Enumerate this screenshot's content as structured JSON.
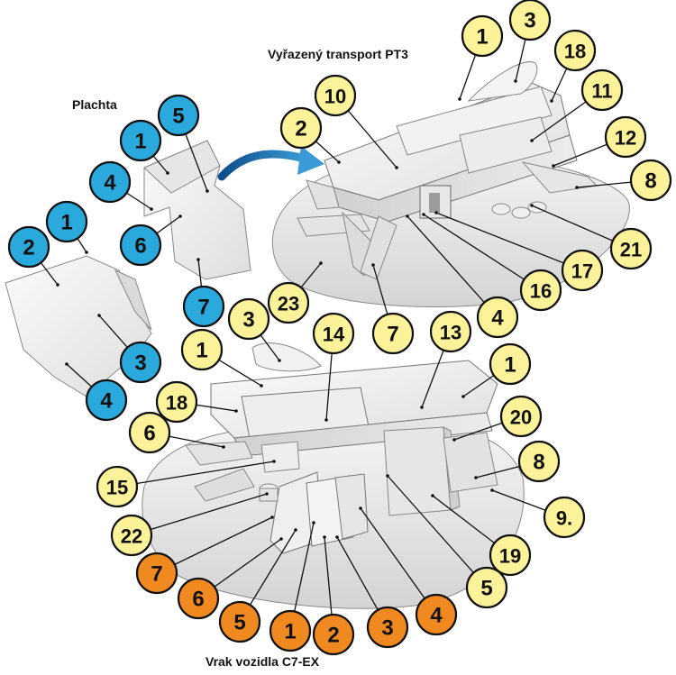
{
  "titles": {
    "transport": "Vyřazený transport PT3",
    "plachta": "Plachta",
    "wreck": "Vrak vozidla C7-EX"
  },
  "colors": {
    "blue": "#2aa9dd",
    "yellow": "#fbf29a",
    "orange": "#f08a20",
    "outline": "#111111",
    "arrow": "#2b79b8"
  },
  "callouts": [
    {
      "label": "1",
      "color": "yellow"
    },
    {
      "label": "3",
      "color": "yellow"
    },
    {
      "label": "18",
      "color": "yellow"
    },
    {
      "label": "10",
      "color": "yellow"
    },
    {
      "label": "11",
      "color": "yellow"
    },
    {
      "label": "2",
      "color": "yellow"
    },
    {
      "label": "12",
      "color": "yellow"
    },
    {
      "label": "8",
      "color": "yellow"
    },
    {
      "label": "21",
      "color": "yellow"
    },
    {
      "label": "17",
      "color": "yellow"
    },
    {
      "label": "16",
      "color": "yellow"
    },
    {
      "label": "4",
      "color": "yellow"
    },
    {
      "label": "7",
      "color": "yellow"
    },
    {
      "label": "23",
      "color": "yellow"
    },
    {
      "label": "5",
      "color": "blue"
    },
    {
      "label": "1",
      "color": "blue"
    },
    {
      "label": "4",
      "color": "blue"
    },
    {
      "label": "6",
      "color": "blue"
    },
    {
      "label": "7",
      "color": "blue"
    },
    {
      "label": "1",
      "color": "blue"
    },
    {
      "label": "2",
      "color": "blue"
    },
    {
      "label": "3",
      "color": "blue"
    },
    {
      "label": "4",
      "color": "blue"
    },
    {
      "label": "3",
      "color": "yellow"
    },
    {
      "label": "14",
      "color": "yellow"
    },
    {
      "label": "13",
      "color": "yellow"
    },
    {
      "label": "1",
      "color": "yellow"
    },
    {
      "label": "1",
      "color": "yellow"
    },
    {
      "label": "18",
      "color": "yellow"
    },
    {
      "label": "20",
      "color": "yellow"
    },
    {
      "label": "6",
      "color": "yellow"
    },
    {
      "label": "8",
      "color": "yellow"
    },
    {
      "label": "15",
      "color": "yellow"
    },
    {
      "label": "9.",
      "color": "yellow"
    },
    {
      "label": "22",
      "color": "yellow"
    },
    {
      "label": "19",
      "color": "yellow"
    },
    {
      "label": "5",
      "color": "yellow"
    },
    {
      "label": "7",
      "color": "orange"
    },
    {
      "label": "6",
      "color": "orange"
    },
    {
      "label": "5",
      "color": "orange"
    },
    {
      "label": "1",
      "color": "orange"
    },
    {
      "label": "2",
      "color": "orange"
    },
    {
      "label": "3",
      "color": "orange"
    },
    {
      "label": "4",
      "color": "orange"
    }
  ]
}
